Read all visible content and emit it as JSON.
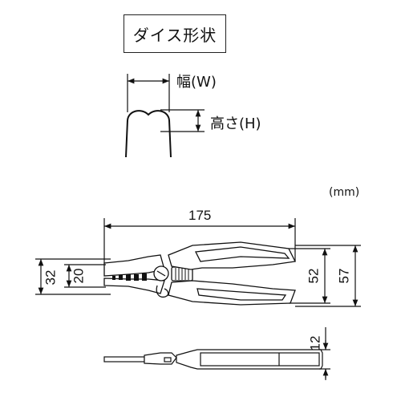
{
  "title": "ダイス形状",
  "die": {
    "width_label": "幅(W)",
    "height_label": "高さ(H)"
  },
  "unit": "(mm)",
  "dimensions": {
    "length": "175",
    "jaw_outer": "32",
    "jaw_inner": "20",
    "handle_height": "52",
    "total_height": "57",
    "thickness": "12"
  }
}
